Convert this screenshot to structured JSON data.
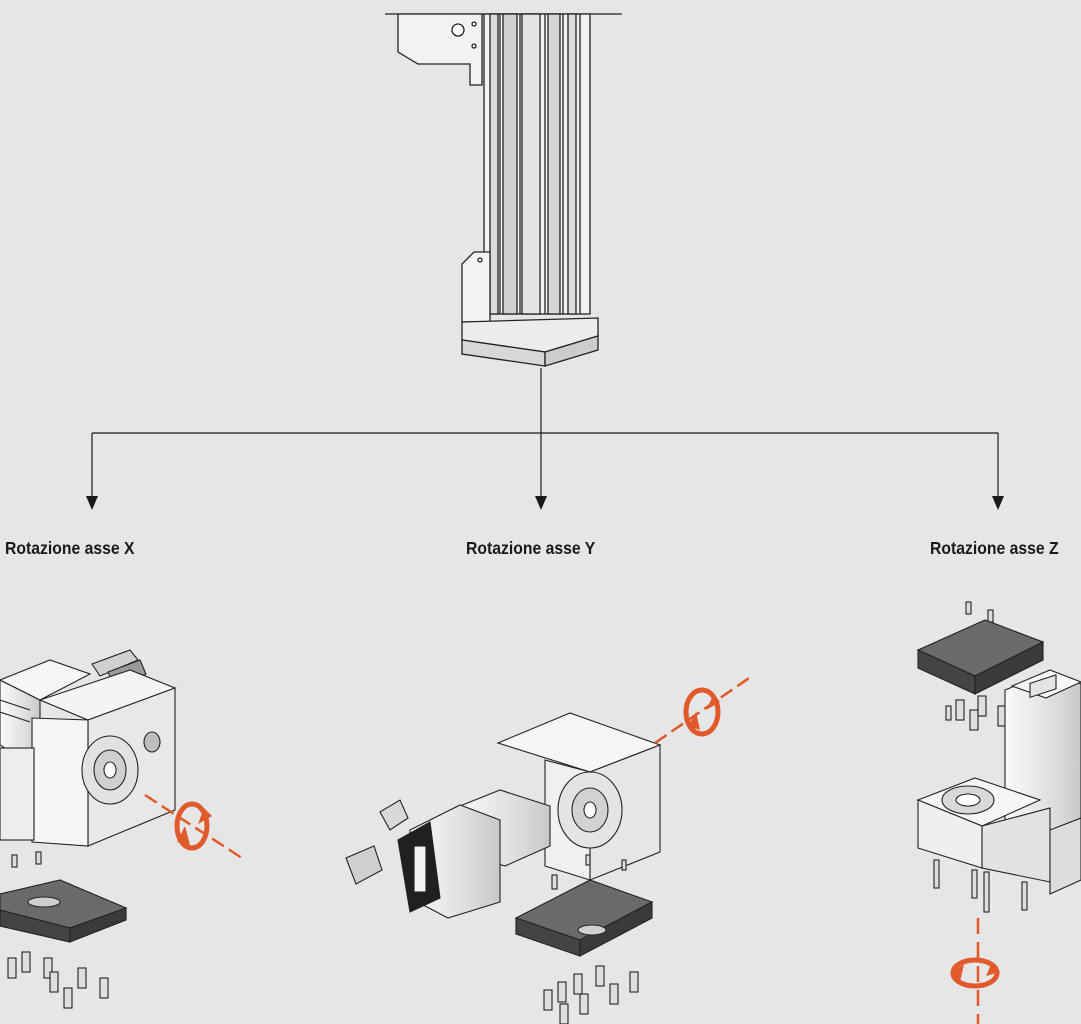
{
  "labels": {
    "x_axis": "Rotazione asse X",
    "y_axis": "Rotazione asse Y",
    "z_axis": "Rotazione asse Z"
  },
  "colors": {
    "background": "#e6e6e6",
    "line": "#1a1a1a",
    "rotation_arrow": "#e05a2b",
    "plate_dark": "#5a5a5a",
    "metal_light": "#f4f4f4"
  },
  "icons": {
    "rotation": "circular-rotation-arrow-icon",
    "flow": "down-arrow-icon"
  }
}
